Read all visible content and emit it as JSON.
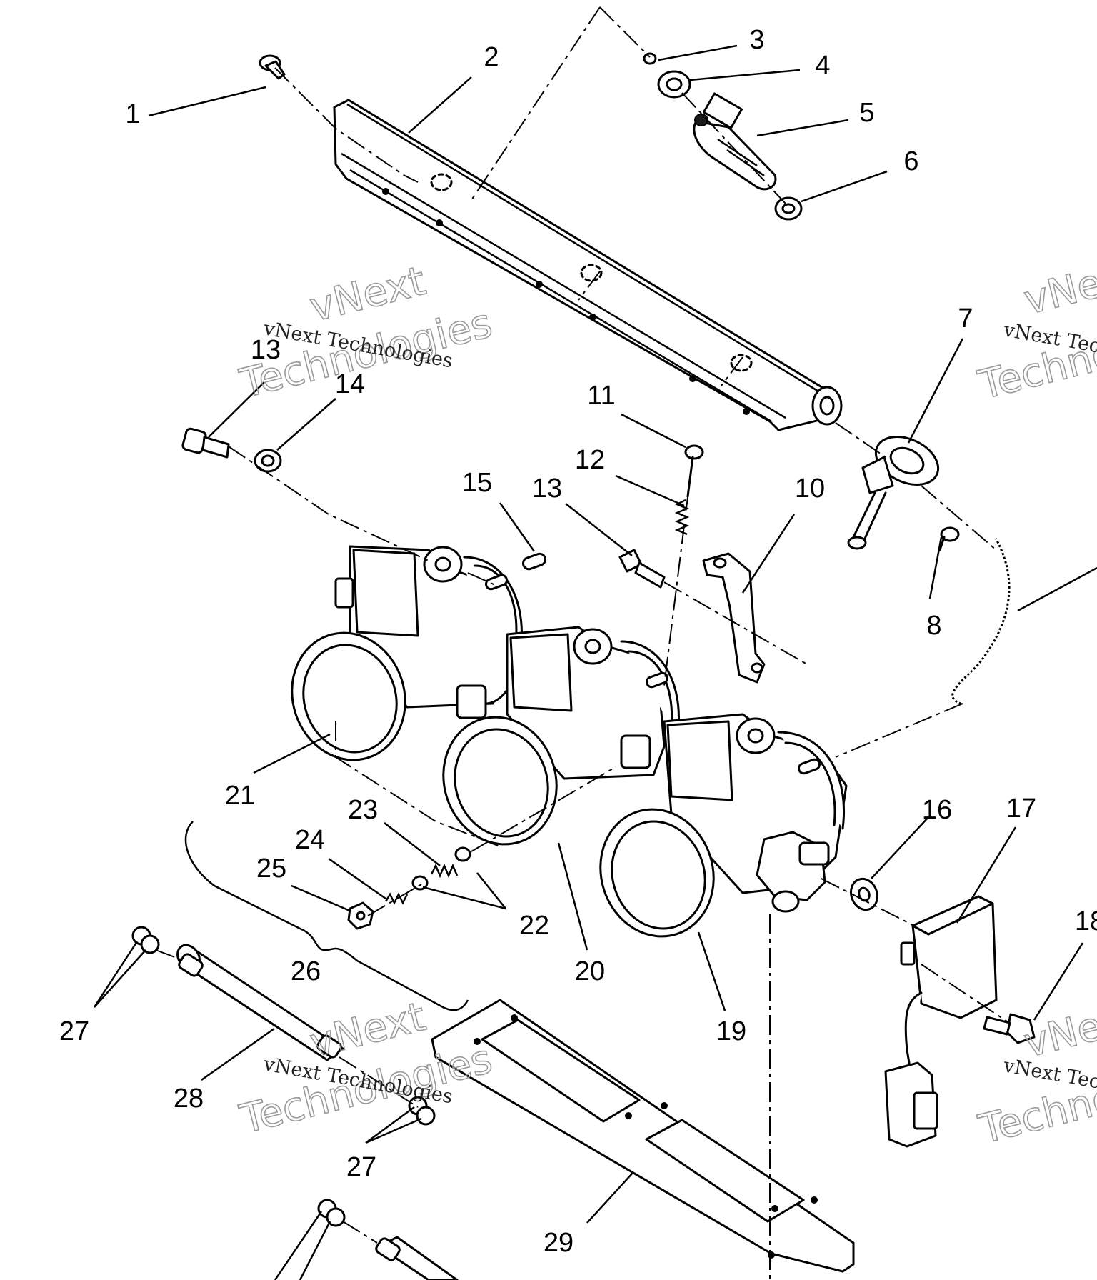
{
  "diagram": {
    "callouts": [
      {
        "id": "1",
        "text": "1"
      },
      {
        "id": "2",
        "text": "2"
      },
      {
        "id": "3",
        "text": "3"
      },
      {
        "id": "4",
        "text": "4"
      },
      {
        "id": "5",
        "text": "5"
      },
      {
        "id": "6",
        "text": "6"
      },
      {
        "id": "7",
        "text": "7"
      },
      {
        "id": "8",
        "text": "8"
      },
      {
        "id": "10",
        "text": "10"
      },
      {
        "id": "11",
        "text": "11"
      },
      {
        "id": "12",
        "text": "12"
      },
      {
        "id": "13a",
        "text": "13"
      },
      {
        "id": "13b",
        "text": "13"
      },
      {
        "id": "14",
        "text": "14"
      },
      {
        "id": "15",
        "text": "15"
      },
      {
        "id": "16",
        "text": "16"
      },
      {
        "id": "17",
        "text": "17"
      },
      {
        "id": "18",
        "text": "18"
      },
      {
        "id": "19",
        "text": "19"
      },
      {
        "id": "20",
        "text": "20"
      },
      {
        "id": "21",
        "text": "21"
      },
      {
        "id": "22",
        "text": "22"
      },
      {
        "id": "23",
        "text": "23"
      },
      {
        "id": "24",
        "text": "24"
      },
      {
        "id": "25",
        "text": "25"
      },
      {
        "id": "26",
        "text": "26"
      },
      {
        "id": "27a",
        "text": "27"
      },
      {
        "id": "27b",
        "text": "27"
      },
      {
        "id": "28",
        "text": "28"
      },
      {
        "id": "29",
        "text": "29"
      }
    ],
    "watermarks": {
      "small_text": "vNext Technologies",
      "big_line1": "vNext",
      "big_line2": "Technologies"
    }
  }
}
